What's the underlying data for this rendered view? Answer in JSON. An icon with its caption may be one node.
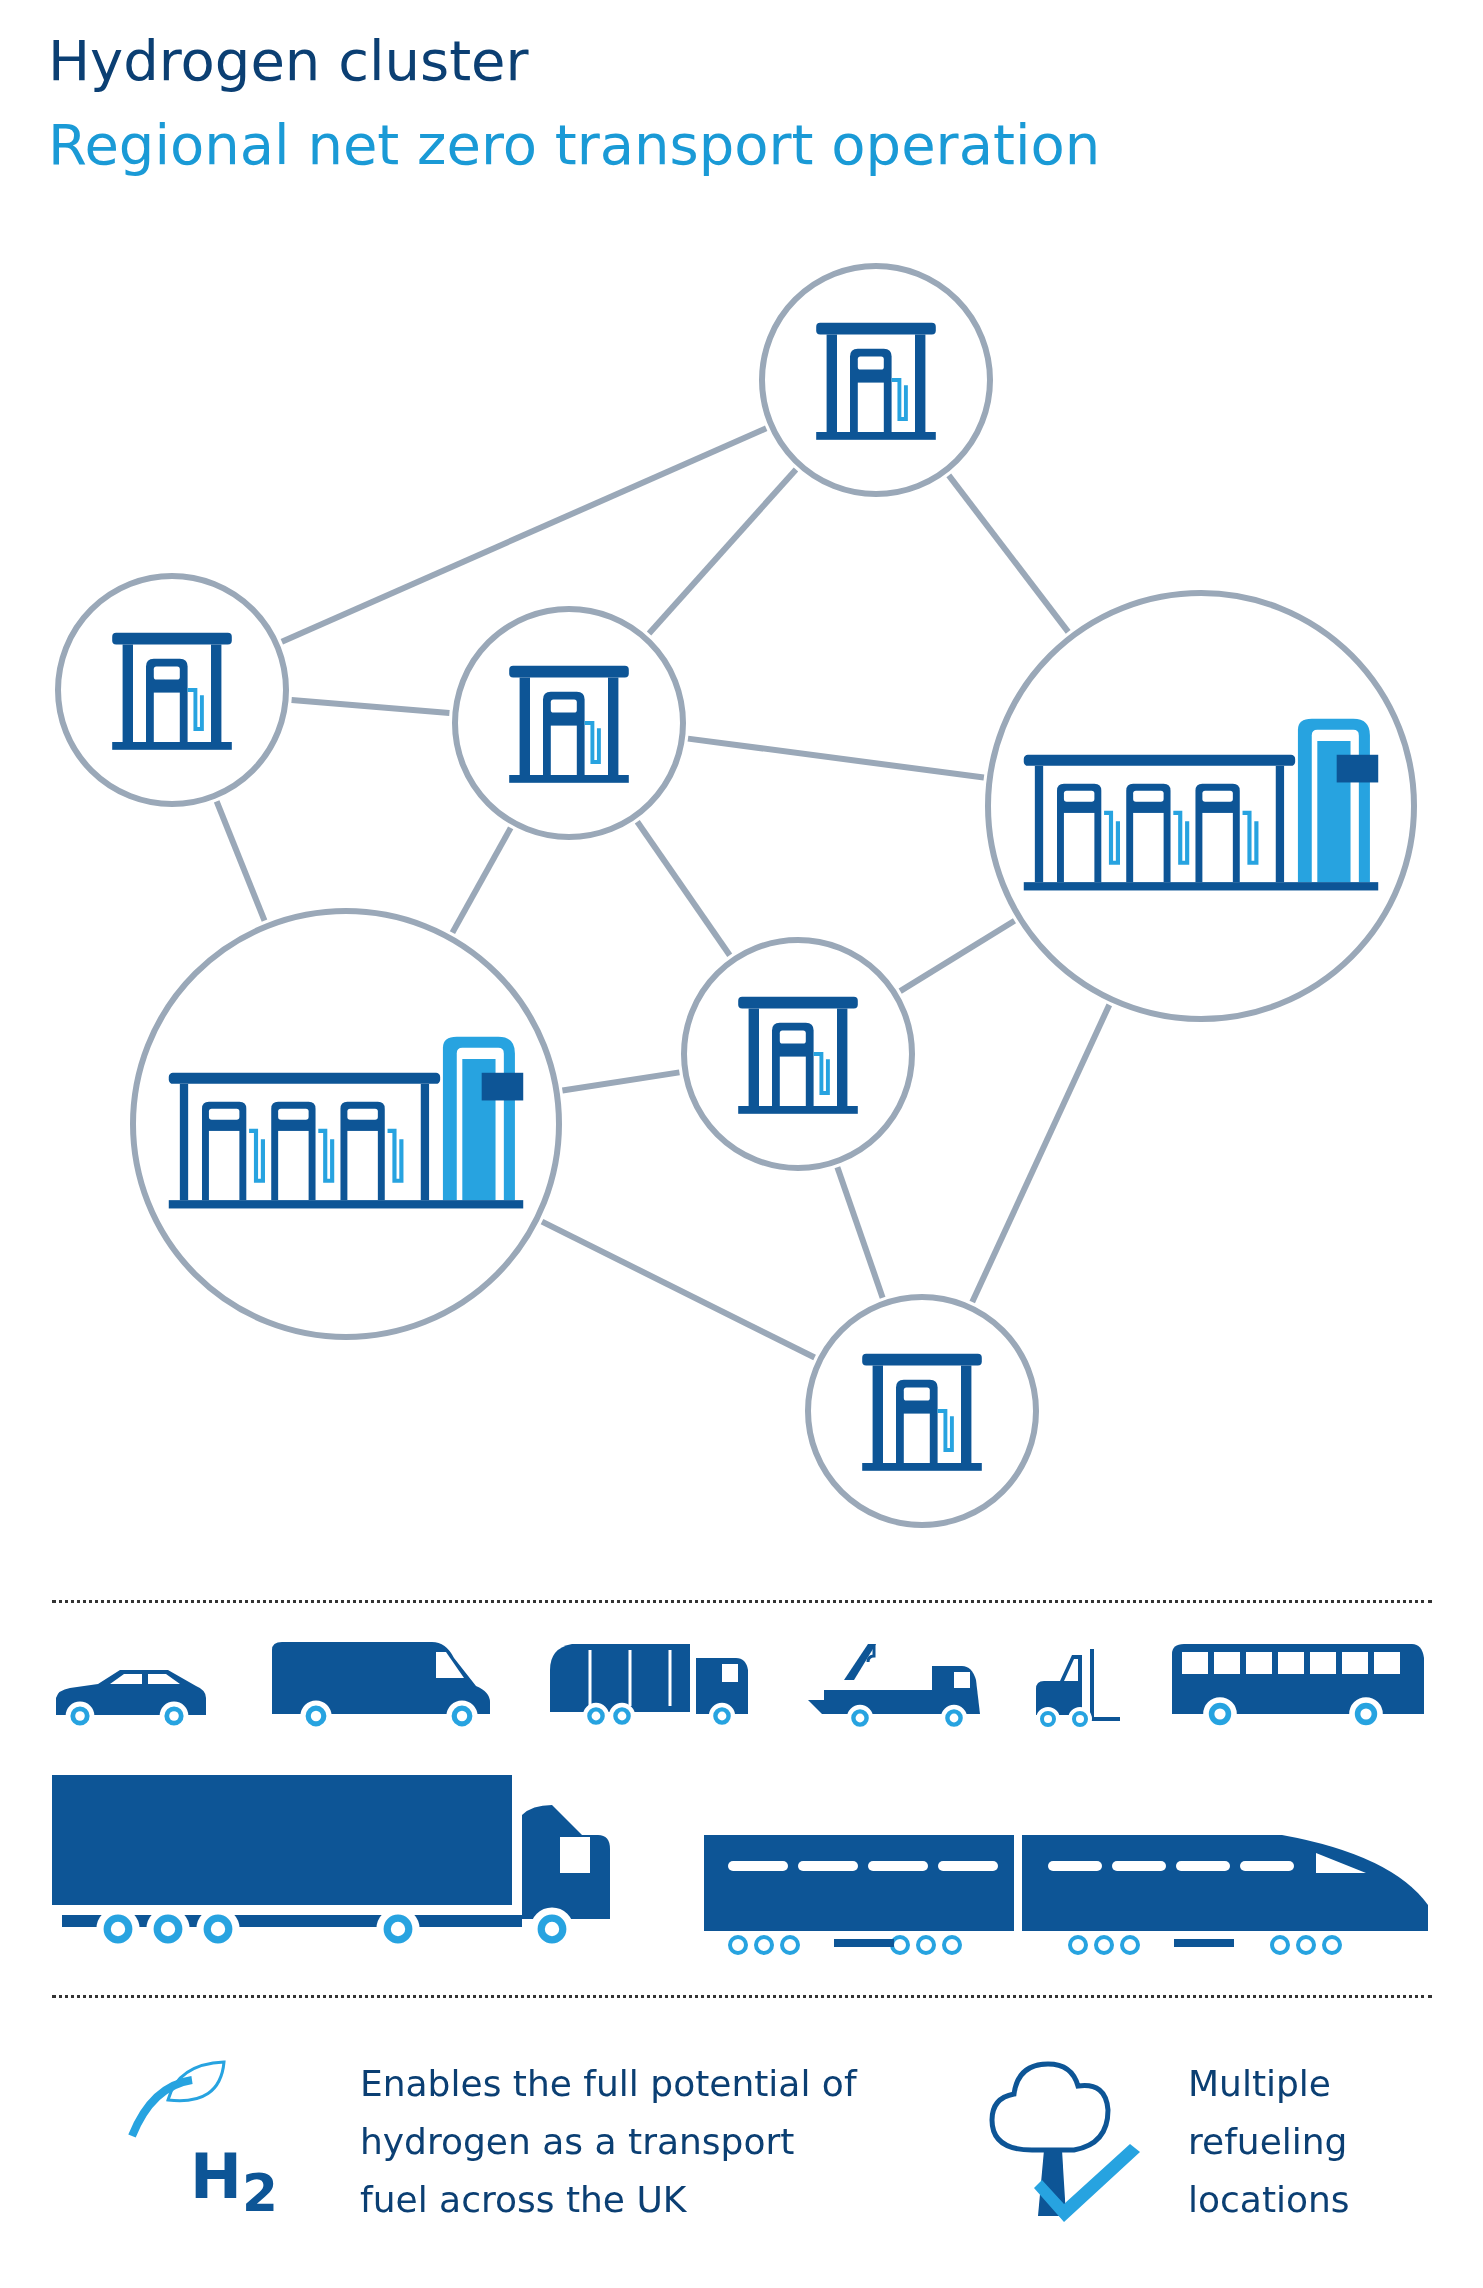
{
  "diagram": {
    "title": "Hydrogen cluster",
    "nodes": [
      {
        "text": [],
        "shape": "circle"
      },
      {
        "text": [],
        "shape": "circle"
      },
      {
        "text": [],
        "shape": "circle"
      },
      {
        "text": [],
        "shape": "circle"
      },
      {
        "text": [],
        "shape": "circle"
      },
      {
        "text": [],
        "shape": "circle"
      },
      {
        "text": [],
        "shape": "circle"
      }
    ],
    "edges": [
      {
        "from": 0,
        "to": 1,
        "arrow": "none"
      },
      {
        "from": 0,
        "to": 2,
        "arrow": "none"
      },
      {
        "from": 0,
        "to": 3,
        "arrow": "none"
      },
      {
        "from": 1,
        "to": 2,
        "arrow": "none"
      },
      {
        "from": 1,
        "to": 4,
        "arrow": "none"
      },
      {
        "from": 2,
        "to": 3,
        "arrow": "none"
      },
      {
        "from": 2,
        "to": 4,
        "arrow": "none"
      },
      {
        "from": 2,
        "to": 5,
        "arrow": "none"
      },
      {
        "from": 3,
        "to": 5,
        "arrow": "none"
      },
      {
        "from": 3,
        "to": 6,
        "arrow": "none"
      },
      {
        "from": 4,
        "to": 5,
        "arrow": "none"
      },
      {
        "from": 4,
        "to": 6,
        "arrow": "none"
      },
      {
        "from": 5,
        "to": 6,
        "arrow": "none"
      }
    ],
    "labels": [
      "Regional net zero transport operation",
      "H$_{2}$",
      "Enables the full potential of hydrogen as a transport fuel across the UK",
      "Multiple refueling locations"
    ]
  }
}
